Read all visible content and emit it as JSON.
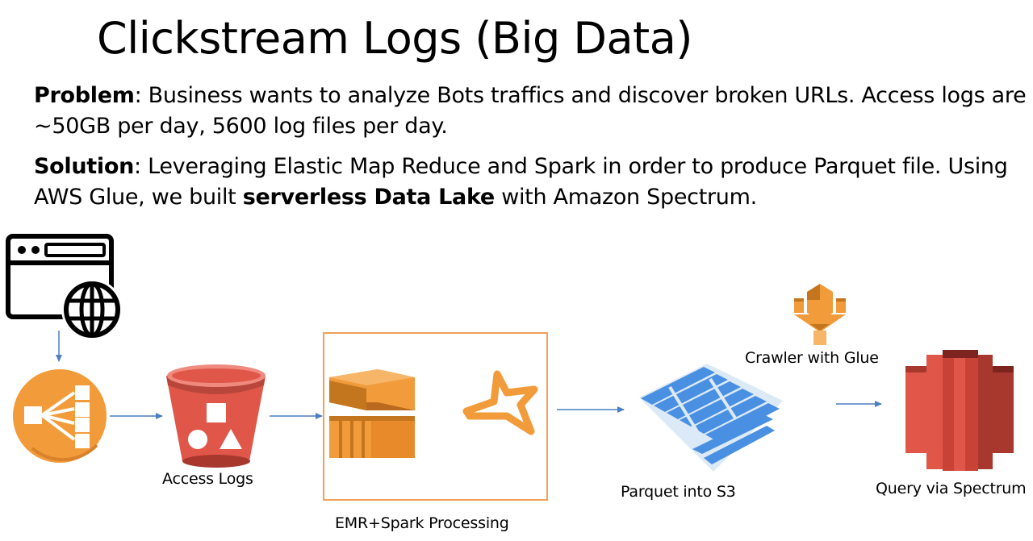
{
  "title": "Clickstream Logs (Big Data)",
  "problem": {
    "label": "Problem",
    "text": ": Business wants to analyze Bots traffics and discover broken URLs. Access logs are ~50GB per day, 5600 log files per day."
  },
  "solution": {
    "label": "Solution",
    "text_before": ": Leveraging Elastic Map Reduce and Spark in order to produce Parquet file. Using AWS Glue, we built ",
    "bold": "serverless Data Lake",
    "text_after": " with Amazon Spectrum."
  },
  "diagram": {
    "nodes": {
      "web": {
        "icon": "web-browser-globe-icon"
      },
      "load_balancer": {
        "icon": "load-balancer-icon"
      },
      "access_logs": {
        "icon": "s3-bucket-icon",
        "label": "Access Logs"
      },
      "emr_spark": {
        "icons": [
          "emr-icon",
          "spark-icon"
        ],
        "label": "EMR+Spark Processing"
      },
      "parquet_s3": {
        "icon": "s3-parquet-icon",
        "label": "Parquet into S3"
      },
      "glue": {
        "icon": "glue-icon",
        "label": "Crawler with Glue"
      },
      "spectrum": {
        "icon": "redshift-spectrum-icon",
        "label": "Query via Spectrum"
      }
    },
    "colors": {
      "orange": "#f29b3a",
      "orange_dark": "#c4761f",
      "red": "#e0574a",
      "red_dark": "#a8382e",
      "blue": "#4a90e2",
      "arrow": "#4a7fc1",
      "box_border": "#f0a05a"
    }
  }
}
